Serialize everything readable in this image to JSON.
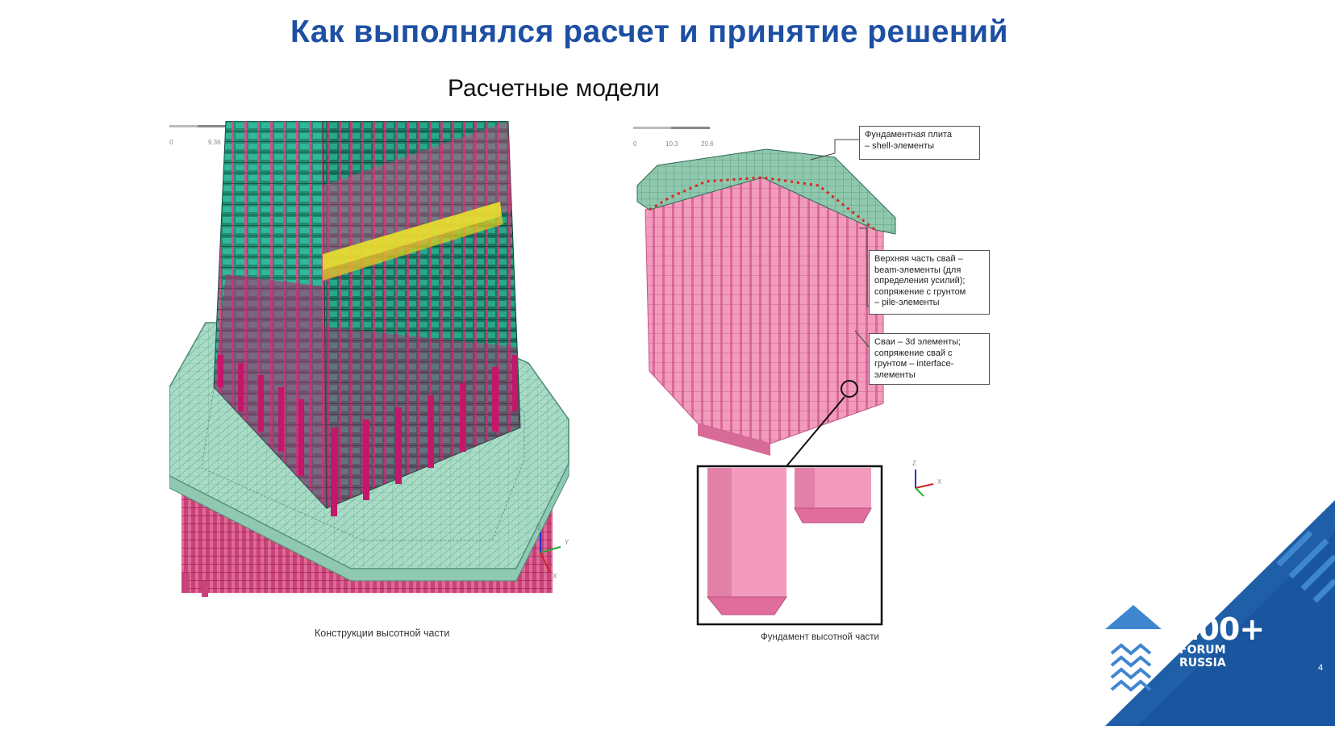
{
  "slide": {
    "title": "Как выполнялся расчет и принятие решений",
    "subtitle": "Расчетные модели",
    "page_number": "4"
  },
  "left_figure": {
    "caption": "Конструкции высотной части",
    "scale_labels": [
      "0",
      "9.36"
    ],
    "axis_labels": {
      "z": "Z",
      "y": "Y",
      "x": "X"
    }
  },
  "right_figure": {
    "caption": "Фундамент высотной части",
    "scale_labels": [
      "0",
      "10.3",
      "20.6"
    ],
    "axis_labels": {
      "z": "Z",
      "x": "X"
    },
    "callouts": [
      {
        "id": "slab",
        "lines": [
          "Фундаментная плита",
          "– shell-элементы"
        ]
      },
      {
        "id": "pile-top",
        "lines": [
          "Верхняя часть свай –",
          "beam-элементы (для",
          "определения усилий);",
          "сопряжение с грунтом",
          "– pile-элементы"
        ]
      },
      {
        "id": "piles",
        "lines": [
          "Сваи – 3d элементы;",
          "сопряжение свай с",
          "грунтом – interface-",
          "элементы"
        ]
      }
    ]
  },
  "branding": {
    "logo_line1": "100+",
    "logo_line2": "FORUM",
    "logo_line3": "RUSSIA"
  },
  "colors": {
    "title_blue": "#1d4fa3",
    "brand_blue": "#1f5fa8",
    "pile_pink": "#e9779e",
    "pile_magenta": "#c02a72",
    "mesh_green": "#1e8a6a",
    "slab_mint": "#a9dcc6"
  }
}
